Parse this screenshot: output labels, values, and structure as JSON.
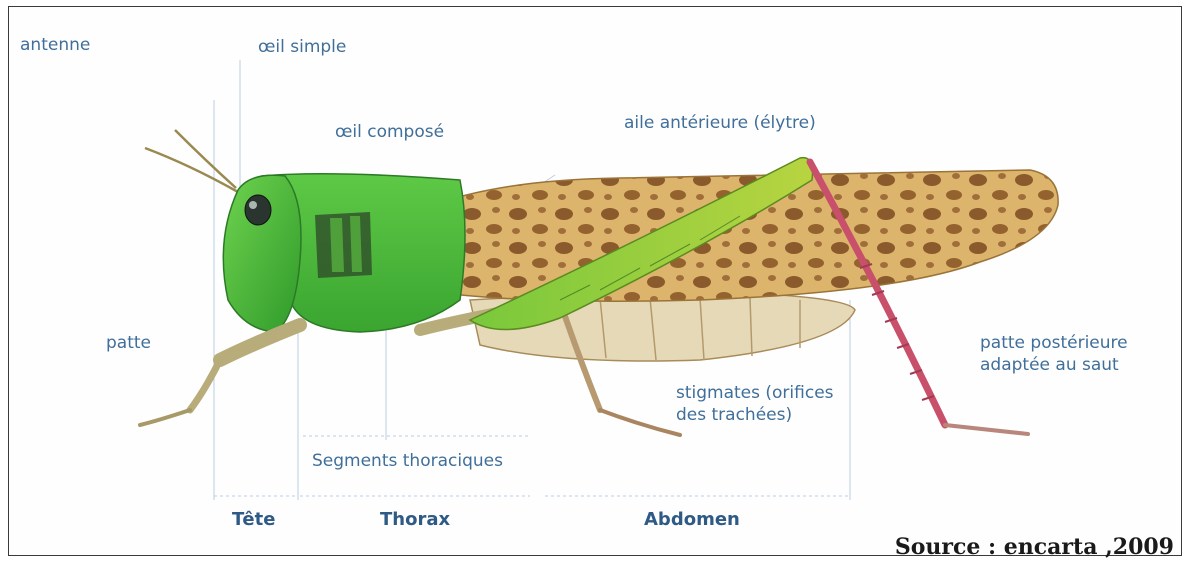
{
  "labels": {
    "antenne": "antenne",
    "oeil_simple": "œil simple",
    "oeil_compose": "œil composé",
    "aile_anterieure": "aile antérieure (élytre)",
    "patte": "patte",
    "patte_posterieure": "patte postérieure\nadaptée au saut",
    "stigmates": "stigmates (orifices\ndes trachées)",
    "segments_thoraciques": "Segments thoraciques"
  },
  "sections": {
    "tete": "Tête",
    "thorax": "Thorax",
    "abdomen": "Abdomen"
  },
  "source": "Source : encarta ,2009",
  "colors": {
    "label_text": "#3f6f9a",
    "head_green": "#4fbf3a",
    "wing_tan": "#d9b36a",
    "wing_spot": "#8a5a2c",
    "hind_leg_pink": "#c8506a",
    "abdomen_cream": "#e6d9b8"
  }
}
